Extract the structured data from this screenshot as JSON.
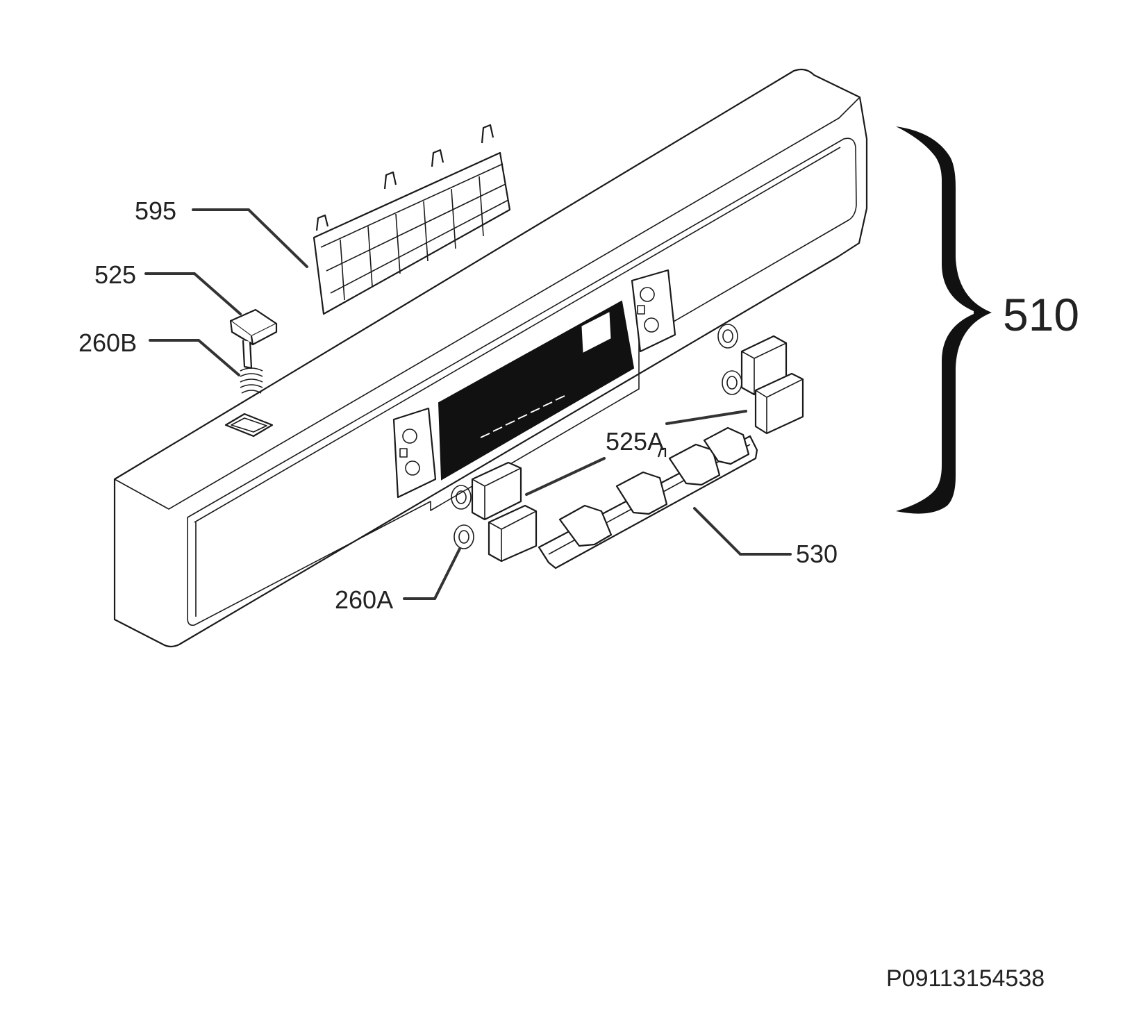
{
  "labels": {
    "l595": "595",
    "l525": "525",
    "l260b": "260B",
    "l510": "510",
    "l525a": "525A",
    "l530": "530",
    "l260a": "260A"
  },
  "drawing_number": "P09113154538"
}
